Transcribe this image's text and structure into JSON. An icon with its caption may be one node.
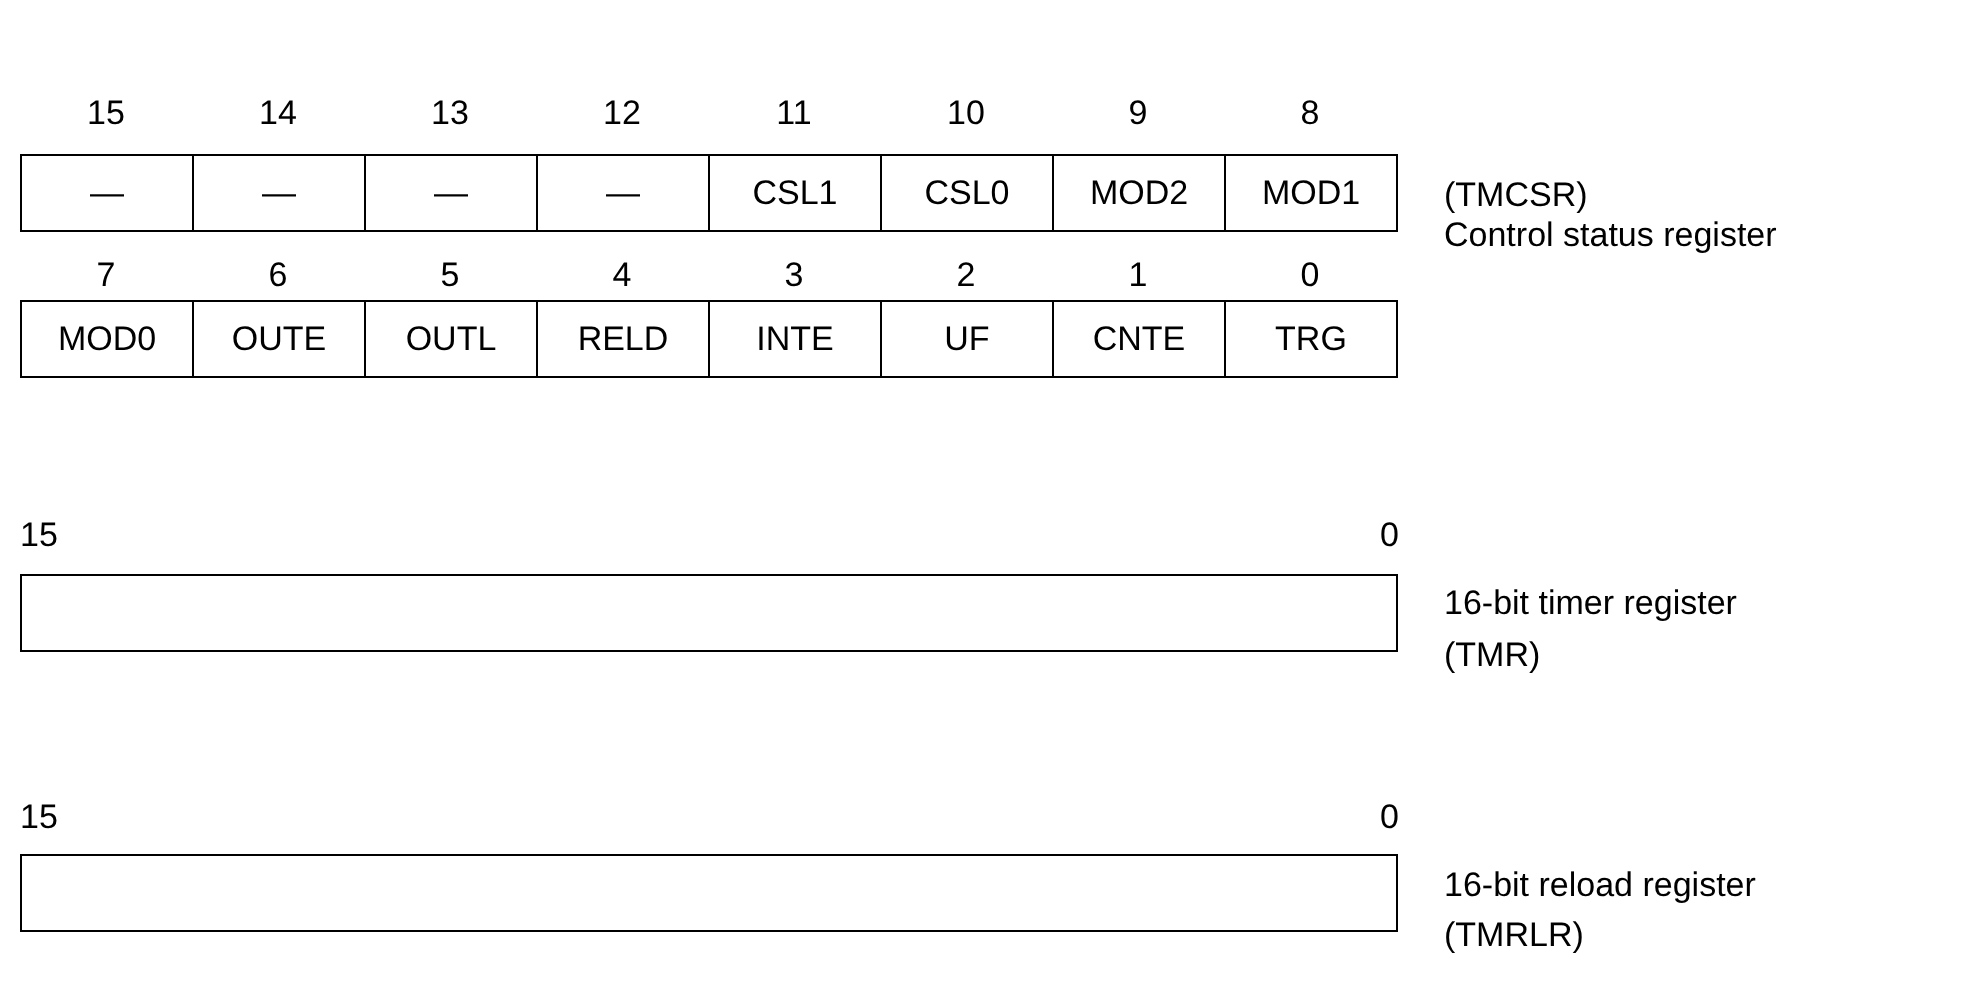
{
  "diagram": {
    "nodes": [
      {
        "text": [],
        "shape": "bar",
        "beside": [
          "15",
          "0",
          "16-bit timer register",
          "(TMR)"
        ]
      },
      {
        "text": [],
        "shape": "bar",
        "beside": [
          "15",
          "0",
          "16-bit reload register",
          "(TMRLR)"
        ]
      }
    ],
    "edges": [],
    "labels": [
      "15",
      "14",
      "13",
      "12",
      "11",
      "10",
      "9",
      "8",
      "—",
      "—",
      "—",
      "—",
      "CSL1",
      "CSL0",
      "MOD2",
      "MOD1",
      "(TMCSR)",
      "Control status register",
      "7",
      "6",
      "5",
      "4",
      "3",
      "2",
      "1",
      "0",
      "MOD0",
      "OUTE",
      "OUTL",
      "RELD",
      "INTE",
      "UF",
      "CNTE",
      "TRG"
    ]
  }
}
